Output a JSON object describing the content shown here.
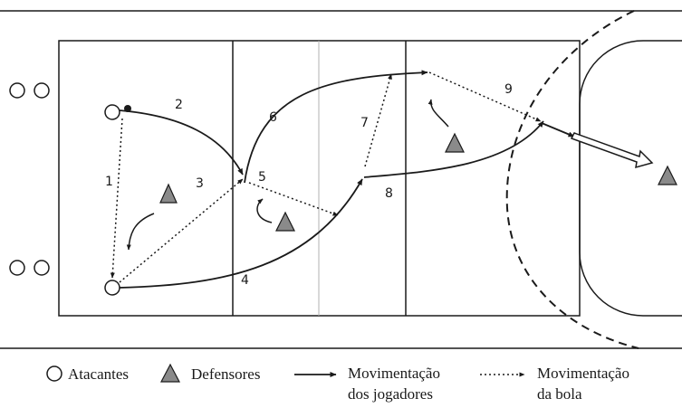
{
  "step_labels": [
    "1",
    "2",
    "3",
    "4",
    "5",
    "6",
    "7",
    "8",
    "9"
  ],
  "legend": {
    "attackers": "Atacantes",
    "defenders": "Defensores",
    "player_movement": [
      "Movimentação",
      "dos jogadores"
    ],
    "ball_movement": [
      "Movimentação",
      "da bola"
    ]
  },
  "colors": {
    "line": "#1a1a1a",
    "defender_fill": "#8a8a8a",
    "faint_line": "#b0b0b0",
    "background": "#ffffff"
  }
}
